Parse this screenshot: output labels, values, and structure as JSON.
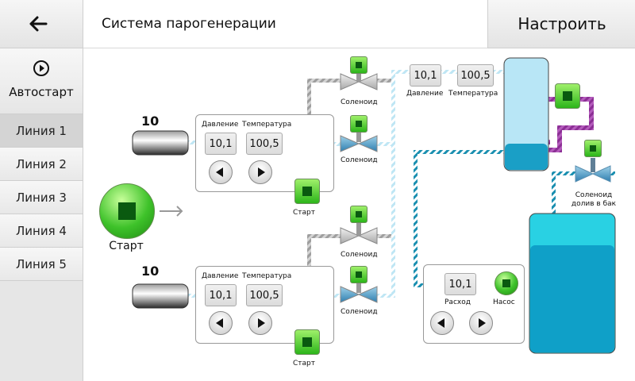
{
  "header": {
    "title": "Система парогенерации",
    "configure_label": "Настроить"
  },
  "sidebar": {
    "autostart_label": "Автостарт",
    "lines": [
      "Линия 1",
      "Линия 2",
      "Линия 3",
      "Линия 4",
      "Линия 5"
    ],
    "active_line": "Линия 1"
  },
  "main_start_label": "Старт",
  "units": [
    {
      "cylinder_value": "10",
      "pressure_label": "Давление",
      "pressure_value": "10,1",
      "temperature_label": "Температура",
      "temperature_value": "100,5",
      "start_label": "Старт",
      "solenoid_top_label": "Соленоид",
      "solenoid_bottom_label": "Соленоид"
    },
    {
      "cylinder_value": "10",
      "pressure_label": "Давление",
      "pressure_value": "10,1",
      "temperature_label": "Температура",
      "temperature_value": "100,5",
      "start_label": "Старт",
      "solenoid_top_label": "Соленоид",
      "solenoid_bottom_label": "Соленоид"
    }
  ],
  "boiler": {
    "pressure_label": "Давление",
    "pressure_value": "10,1",
    "temperature_label": "Температура",
    "temperature_value": "100,5"
  },
  "tank_solenoid_label": "Соленоид долив в бак",
  "pump_panel": {
    "flow_label": "Расход",
    "flow_value": "10,1",
    "pump_label": "Насос"
  },
  "colors": {
    "accent_green": "#2cb51a",
    "water_blue": "#1aa0c8",
    "heater_purple": "#a040a8",
    "alarm_red": "#c01010"
  },
  "icons": [
    "back-arrow-icon",
    "play-circle-icon",
    "arrow-right-icon",
    "valve-icon",
    "solenoid-button-icon"
  ]
}
